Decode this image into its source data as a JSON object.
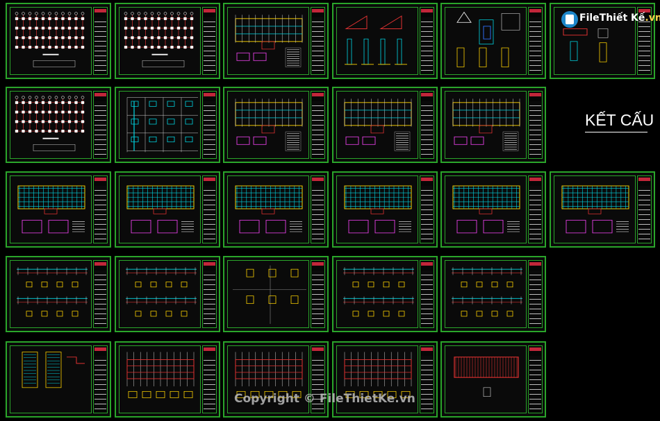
{
  "title": "KẾT CẤU",
  "logo": {
    "text": "FileThiết Kế",
    "suffix": ".vn"
  },
  "watermark": "Copyright © FileThietKe.vn",
  "colors": {
    "frame": "#2aa52a",
    "red": "#e03131",
    "yellow": "#ffd400",
    "cyan": "#00d9e6",
    "magenta": "#d13bd1"
  },
  "sheets": [
    {
      "kind": "plan-grid"
    },
    {
      "kind": "plan-grid"
    },
    {
      "kind": "plan-yellow"
    },
    {
      "kind": "details"
    },
    {
      "kind": "details-tall"
    },
    {
      "kind": "details-small"
    },
    {
      "kind": "plan-grid"
    },
    {
      "kind": "table"
    },
    {
      "kind": "plan-yellow"
    },
    {
      "kind": "plan-yellow"
    },
    {
      "kind": "plan-yellow"
    },
    {
      "kind": "plan-cyan"
    },
    {
      "kind": "plan-cyan"
    },
    {
      "kind": "plan-cyan"
    },
    {
      "kind": "plan-cyan"
    },
    {
      "kind": "plan-cyan"
    },
    {
      "kind": "plan-cyan"
    },
    {
      "kind": "beams"
    },
    {
      "kind": "beams"
    },
    {
      "kind": "sections"
    },
    {
      "kind": "beams"
    },
    {
      "kind": "beams"
    },
    {
      "kind": "stairs"
    },
    {
      "kind": "plan-red"
    },
    {
      "kind": "plan-red"
    },
    {
      "kind": "plan-red"
    },
    {
      "kind": "plan-hatch"
    }
  ]
}
